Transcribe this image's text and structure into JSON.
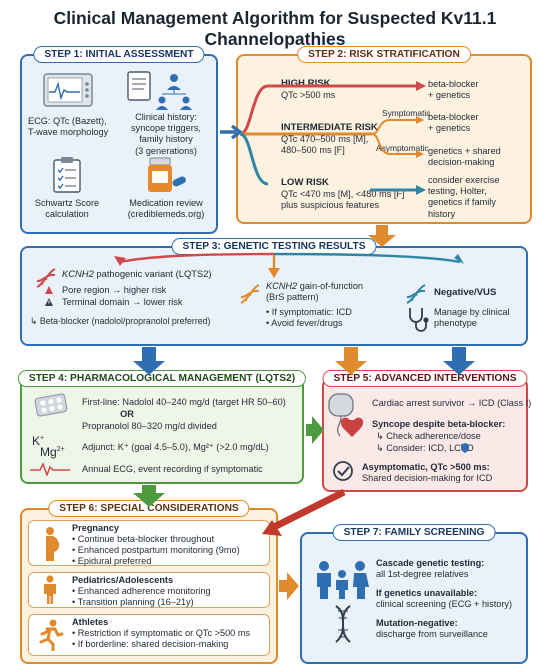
{
  "title": "Clinical Management Algorithm for Suspected Kv11.1 Channelopathies",
  "step1": {
    "title": "STEP 1: INITIAL ASSESSMENT",
    "ecg_l1": "ECG: QTc (Bazett),",
    "ecg_l2": "T-wave morphology",
    "hist_l1": "Clinical history:",
    "hist_l2": "syncope triggers,",
    "hist_l3": "family history",
    "hist_l4": "(3 generations)",
    "schwartz_l1": "Schwartz Score",
    "schwartz_l2": "calculation",
    "med_l1": "Medication review",
    "med_l2": "(crediblemeds.org)"
  },
  "step2": {
    "title": "STEP 2: RISK STRATIFICATION",
    "high_label": "HIGH RISK",
    "high_crit": "QTc >500 ms",
    "high_action_l1": "beta-blocker",
    "high_action_l2": "+ genetics",
    "int_label": "INTERMEDIATE RISK",
    "int_crit_l1": "QTc 470–500 ms [M],",
    "int_crit_l2": "480–500 ms [F]",
    "symptomatic": "Symptomatic",
    "asymptomatic": "Asymptomatic",
    "sym_action_l1": "beta-blocker",
    "sym_action_l2": "+ genetics",
    "asym_action_l1": "genetics + shared",
    "asym_action_l2": "decision-making",
    "low_label": "LOW RISK",
    "low_crit_l1": "QTc <470 ms [M], <480 ms [F]",
    "low_crit_l2": "plus suspicious features",
    "low_action_l1": "consider exercise",
    "low_action_l2": "testing, Holter,",
    "low_action_l3": "genetics if family",
    "low_action_l4": "history"
  },
  "step3": {
    "title": "STEP 3: GENETIC TESTING RESULTS",
    "a_gene": "KCNH2",
    "a_rest": " pathogenic variant (LQTS2)",
    "a_b1": "Pore region → higher risk",
    "a_b2": "Terminal domain → lower risk",
    "a_action": "Beta-blocker (nadolol/propranolol preferred)",
    "b_gene": "KCNH2",
    "b_rest": " gain-of-function",
    "b_sub": "(BrS pattern)",
    "b_b1": "• If symptomatic: ICD",
    "b_b2": "• Avoid fever/drugs",
    "c_title": "Negative/VUS",
    "c_l1": "Manage by clinical",
    "c_l2": "phenotype"
  },
  "step4": {
    "title": "STEP 4: PHARMACOLOGICAL MANAGEMENT (LQTS2)",
    "first_line": "First-line: Nadolol 40–240 mg/d (target HR 50–60)",
    "or": "OR",
    "propranolol": "Propranolol 80–320 mg/d divided",
    "k_label": "K",
    "mg_label": "Mg",
    "adjunct": "Adjunct: K⁺ (goal 4.5–5.0), Mg²⁺ (>2.0 mg/dL)",
    "annual": "Annual ECG, event recording if symptomatic"
  },
  "step5": {
    "title": "STEP 5: ADVANCED INTERVENTIONS",
    "arrest": "Cardiac arrest survivor → ICD (Class I)",
    "syncope": "Syncope despite beta-blocker:",
    "check": "Check adherence/dose",
    "consider": "Consider: ICD, LCSD",
    "asym_l1": "Asymptomatic, QTc >500 ms:",
    "asym_l2": "Shared decision-making for ICD"
  },
  "step6": {
    "title": "STEP 6: SPECIAL CONSIDERATIONS",
    "preg_title": "Pregnancy",
    "preg_b1": "• Continue beta-blocker throughout",
    "preg_b2": "• Enhanced postpartum monitoring (9mo)",
    "preg_b3": "• Epidural preferred",
    "ped_title": "Pediatrics/Adolescents",
    "ped_b1": "• Enhanced adherence monitoring",
    "ped_b2": "• Transition planning (16–21y)",
    "ath_title": "Athletes",
    "ath_b1": "• Restriction if symptomatic or QTc >500 ms",
    "ath_b2": "• If borderline: shared decision-making"
  },
  "step7": {
    "title": "STEP 7: FAMILY SCREENING",
    "cascade_b": "Cascade genetic testing:",
    "cascade_r": "all 1st-degree relatives",
    "unavail_b": "If genetics unavailable:",
    "unavail_r": "clinical screening (ECG + history)",
    "neg_b": "Mutation-negative:",
    "neg_r": "discharge from surveillance"
  },
  "colors": {
    "blue": "#2f6fb1",
    "orange": "#e08a2e",
    "green": "#4e9a3e",
    "red": "#d04a4a",
    "teal": "#2e86a4"
  }
}
